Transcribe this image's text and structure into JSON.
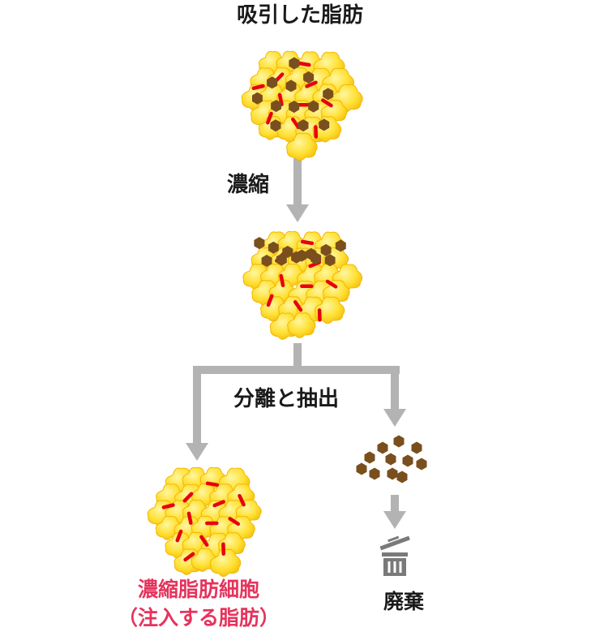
{
  "title": "吸引した脂肪",
  "step_concentrate": "濃縮",
  "step_separate": "分離と抽出",
  "product": {
    "line1": "濃縮脂肪細胞",
    "line2": "（注入する脂肪）"
  },
  "waste": "廃棄",
  "colors": {
    "text": "#1a1a1a",
    "product_text": "#e6335c",
    "arrow": "#b3b3b3",
    "fat_light": "#fff6a0",
    "fat_mid": "#ffe033",
    "fat_dark": "#f2b705",
    "fiber": "#e60012",
    "particle": "#7a4f1e",
    "trash_icon": "#7a7a7a"
  }
}
